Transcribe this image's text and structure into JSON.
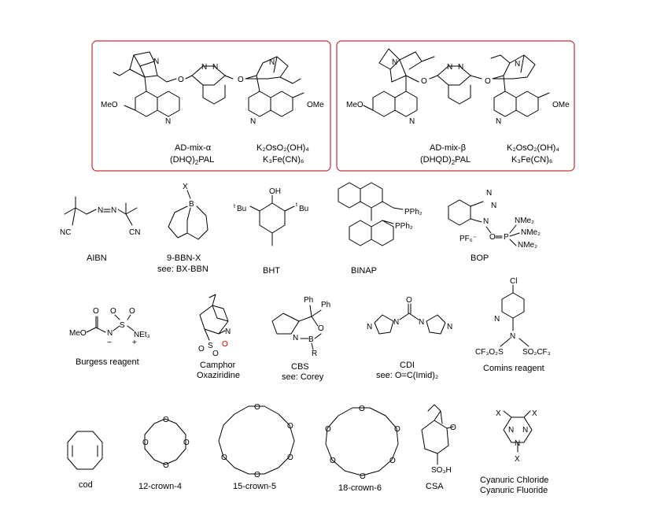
{
  "colors": {
    "box_border": "#c0303a",
    "bond": "#000000",
    "highlight": "#cc0000"
  },
  "admix_alpha": {
    "name": "AD-mix-α",
    "ligand_main": "(DHQ)",
    "ligand_sub": "2",
    "ligand_tail": "PAL",
    "oxidant1": "K₂OsO₂(OH)₄",
    "oxidant2": "K₃Fe(CN)₆",
    "methoxy_left": "MeO",
    "methoxy_right": "OMe"
  },
  "admix_beta": {
    "name": "AD-mix-β",
    "ligand_main": "(DHQD)",
    "ligand_sub": "2",
    "ligand_tail": "PAL",
    "oxidant1": "K₂OsO₂(OH)₄",
    "oxidant2": "K₃Fe(CN)₆",
    "methoxy_left": "MeO",
    "methoxy_right": "OMe"
  },
  "reagents": {
    "aibn": {
      "name": "AIBN",
      "atoms": {
        "n1": "N",
        "n2": "N",
        "cn_left": "NC",
        "cn_right": "CN"
      }
    },
    "bbn": {
      "name": "9-BBN-X",
      "see": "see: BX-BBN",
      "atoms": {
        "x": "X",
        "b": "B"
      }
    },
    "bht": {
      "name": "BHT",
      "atoms": {
        "oh": "OH",
        "tbu": "Bu",
        "t": "t"
      }
    },
    "binap": {
      "name": "BINAP",
      "atoms": {
        "pph2": "PPh₂"
      }
    },
    "bop": {
      "name": "BOP",
      "atoms": {
        "n": "N",
        "o": "O",
        "p": "P",
        "nme2": "NMe₂",
        "pf6": "PF₆⁻"
      }
    },
    "burgess": {
      "name": "Burgess reagent",
      "atoms": {
        "meo": "MeO",
        "n": "N",
        "s": "S",
        "o": "O",
        "net3": "NEt₃",
        "minus": "−",
        "plus": "+"
      }
    },
    "camphor": {
      "name_line1": "Camphor",
      "name_line2": "Oxaziridine",
      "atoms": {
        "n": "N",
        "s": "S",
        "o": "O"
      }
    },
    "cbs": {
      "name": "CBS",
      "see": "see: Corey",
      "atoms": {
        "ph": "Ph",
        "n": "N",
        "b": "B",
        "o": "O",
        "r": "R"
      }
    },
    "cdi": {
      "name": "CDI",
      "see": "see: O=C(Imid)₂",
      "atoms": {
        "o": "O",
        "n": "N"
      }
    },
    "comins": {
      "name": "Comins reagent",
      "atoms": {
        "cl": "Cl",
        "n": "N",
        "tf_left": "CF₃O₂S",
        "tf_right": "SO₂CF₃"
      }
    },
    "cod": {
      "name": "cod"
    },
    "crown12": {
      "name": "12-crown-4",
      "atoms": {
        "o": "O"
      }
    },
    "crown15": {
      "name": "15-crown-5",
      "atoms": {
        "o": "O"
      }
    },
    "crown18": {
      "name": "18-crown-6",
      "atoms": {
        "o": "O"
      }
    },
    "csa": {
      "name": "CSA",
      "atoms": {
        "o": "O",
        "so3h": "SO₃H"
      }
    },
    "cyanuric": {
      "name_line1": "Cyanuric Chloride",
      "name_line2": "Cyanuric Fluoride",
      "atoms": {
        "x": "X",
        "n": "N"
      }
    }
  }
}
